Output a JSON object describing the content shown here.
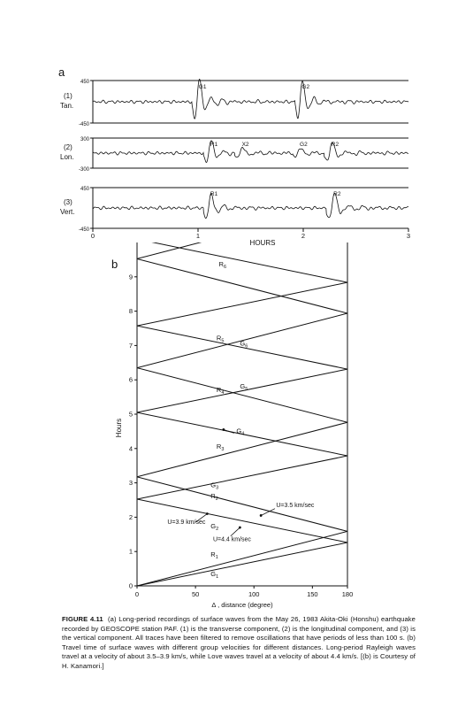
{
  "figure": {
    "panel_a_label": "a",
    "panel_b_label": "b",
    "caption_label": "FIGURE 4.11",
    "caption_text": "(a) Long-period recordings of surface waves from the May 26, 1983 Akita-Oki (Honshu) earthquake recorded by GEOSCOPE station PAF. (1) is the transverse component, (2) is the longitudinal component, and (3) is the vertical component. All traces have been filtered to remove oscillations that have periods of less than 100 s. (b) Travel time of surface waves with different group velocities for different distances. Long-period Rayleigh waves travel at a velocity of about 3.5–3.9 km/s, while Love waves travel at a velocity of about 4.4 km/s. [(b) is Courtesy of H. Kanamori.]"
  },
  "chart_data": [
    {
      "type": "line",
      "panel": "a",
      "xlabel": "HOURS",
      "xlim": [
        0,
        3
      ],
      "x_ticks": [
        "0",
        "1",
        "2",
        "3"
      ],
      "traces": [
        {
          "number": "(1)",
          "name": "Tan.",
          "ylim": [
            -450,
            450
          ],
          "y_top_label": "450",
          "y_bottom_label": "-450",
          "arrivals": [
            {
              "label": "G1",
              "t": 0.99
            },
            {
              "label": "G2",
              "t": 1.97
            }
          ]
        },
        {
          "number": "(2)",
          "name": "Lon.",
          "ylim": [
            -300,
            300
          ],
          "y_top_label": "300",
          "y_bottom_label": "-300",
          "arrivals": [
            {
              "label": "R1",
              "t": 1.1
            },
            {
              "label": "X2",
              "t": 1.4
            },
            {
              "label": "G2",
              "t": 1.95
            },
            {
              "label": "R2",
              "t": 2.25
            }
          ]
        },
        {
          "number": "(3)",
          "name": "Vert.",
          "ylim": [
            -450,
            450
          ],
          "y_top_label": "450",
          "y_bottom_label": "-450",
          "arrivals": [
            {
              "label": "R1",
              "t": 1.1
            },
            {
              "label": "R2",
              "t": 2.27
            }
          ]
        }
      ]
    },
    {
      "type": "line",
      "panel": "b",
      "xlabel": "Δ , distance (degree)",
      "ylabel": "Hours",
      "xlim": [
        0,
        180
      ],
      "ylim": [
        0,
        10
      ],
      "x_ticks": [
        0,
        50,
        100,
        150,
        180
      ],
      "y_ticks": [
        0,
        1,
        2,
        3,
        4,
        5,
        6,
        7,
        8,
        9
      ],
      "period_hours": {
        "love": 2.525,
        "rayleigh": 3.175
      },
      "series": [
        {
          "name": "G",
          "family": "love",
          "velocity_km_s": 4.4
        },
        {
          "name": "R",
          "family": "rayleigh",
          "velocity_km_s": 3.5
        }
      ],
      "labels": [
        {
          "text": "R",
          "sub": "6",
          "x": 70,
          "y": 9.3
        },
        {
          "text": "R",
          "sub": "5",
          "x": 68,
          "y": 7.15
        },
        {
          "text": "G",
          "sub": "6",
          "x": 88,
          "y": 7.0
        },
        {
          "text": "R",
          "sub": "4",
          "x": 68,
          "y": 5.65
        },
        {
          "text": "G",
          "sub": "5",
          "x": 88,
          "y": 5.75
        },
        {
          "text": "G",
          "sub": "4",
          "x": 85,
          "y": 4.45
        },
        {
          "text": "R",
          "sub": "3",
          "x": 68,
          "y": 4.0
        },
        {
          "text": "G",
          "sub": "3",
          "x": 63,
          "y": 2.88
        },
        {
          "text": "R",
          "sub": "2",
          "x": 63,
          "y": 2.55
        },
        {
          "text": "G",
          "sub": "2",
          "x": 63,
          "y": 1.67
        },
        {
          "text": "R",
          "sub": "1",
          "x": 63,
          "y": 0.85
        },
        {
          "text": "G",
          "sub": "1",
          "x": 63,
          "y": 0.28
        }
      ],
      "annotations": [
        {
          "text": "U=3.5  km/sec",
          "x": 119,
          "y": 2.3
        },
        {
          "text": "U=3.9  km/sec",
          "x": 26,
          "y": 1.8
        },
        {
          "text": "U=4.4  km/sec",
          "x": 65,
          "y": 1.3
        }
      ]
    }
  ]
}
